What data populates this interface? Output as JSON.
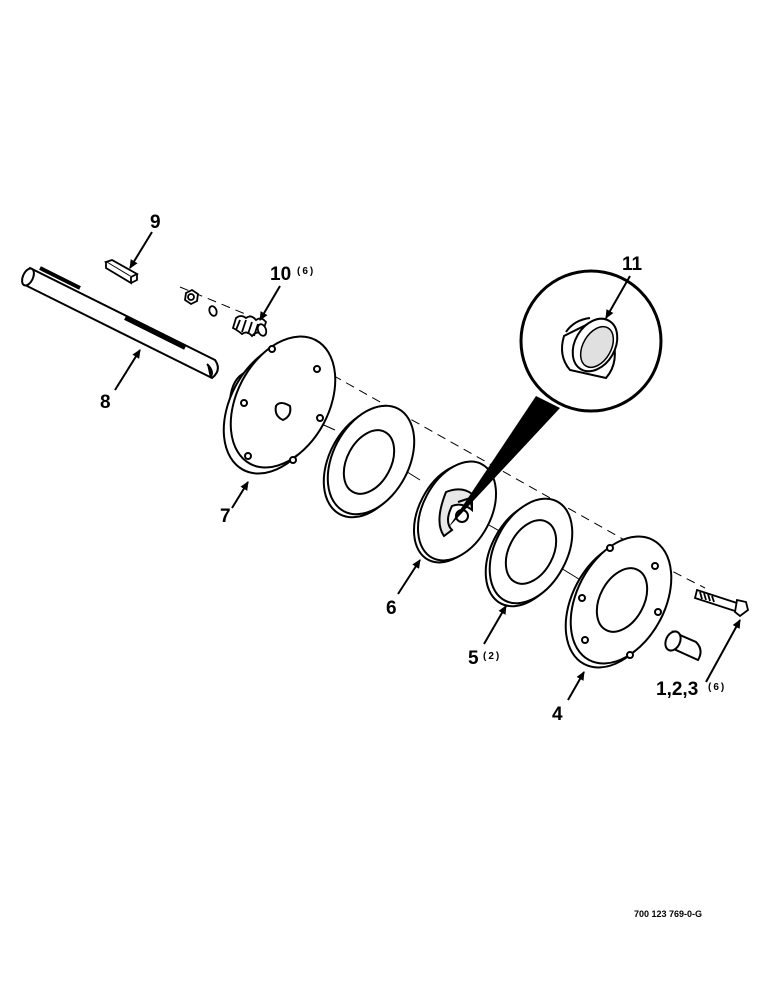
{
  "diagram": {
    "parts": [
      {
        "id": "shaft",
        "label": "8",
        "qty": ""
      },
      {
        "id": "key",
        "label": "9",
        "qty": ""
      },
      {
        "id": "spring",
        "label": "10",
        "qty": "(6)"
      },
      {
        "id": "hub-plate",
        "label": "7",
        "qty": ""
      },
      {
        "id": "friction-disc",
        "label": "5",
        "qty": "(2)"
      },
      {
        "id": "clutch-disc",
        "label": "6",
        "qty": ""
      },
      {
        "id": "pressure-plate",
        "label": "4",
        "qty": ""
      },
      {
        "id": "bolt",
        "label": "1,2,3",
        "qty": "(6)"
      },
      {
        "id": "bushing",
        "label": "11",
        "qty": ""
      }
    ],
    "drawing_code": "700 123 769-0-G"
  }
}
